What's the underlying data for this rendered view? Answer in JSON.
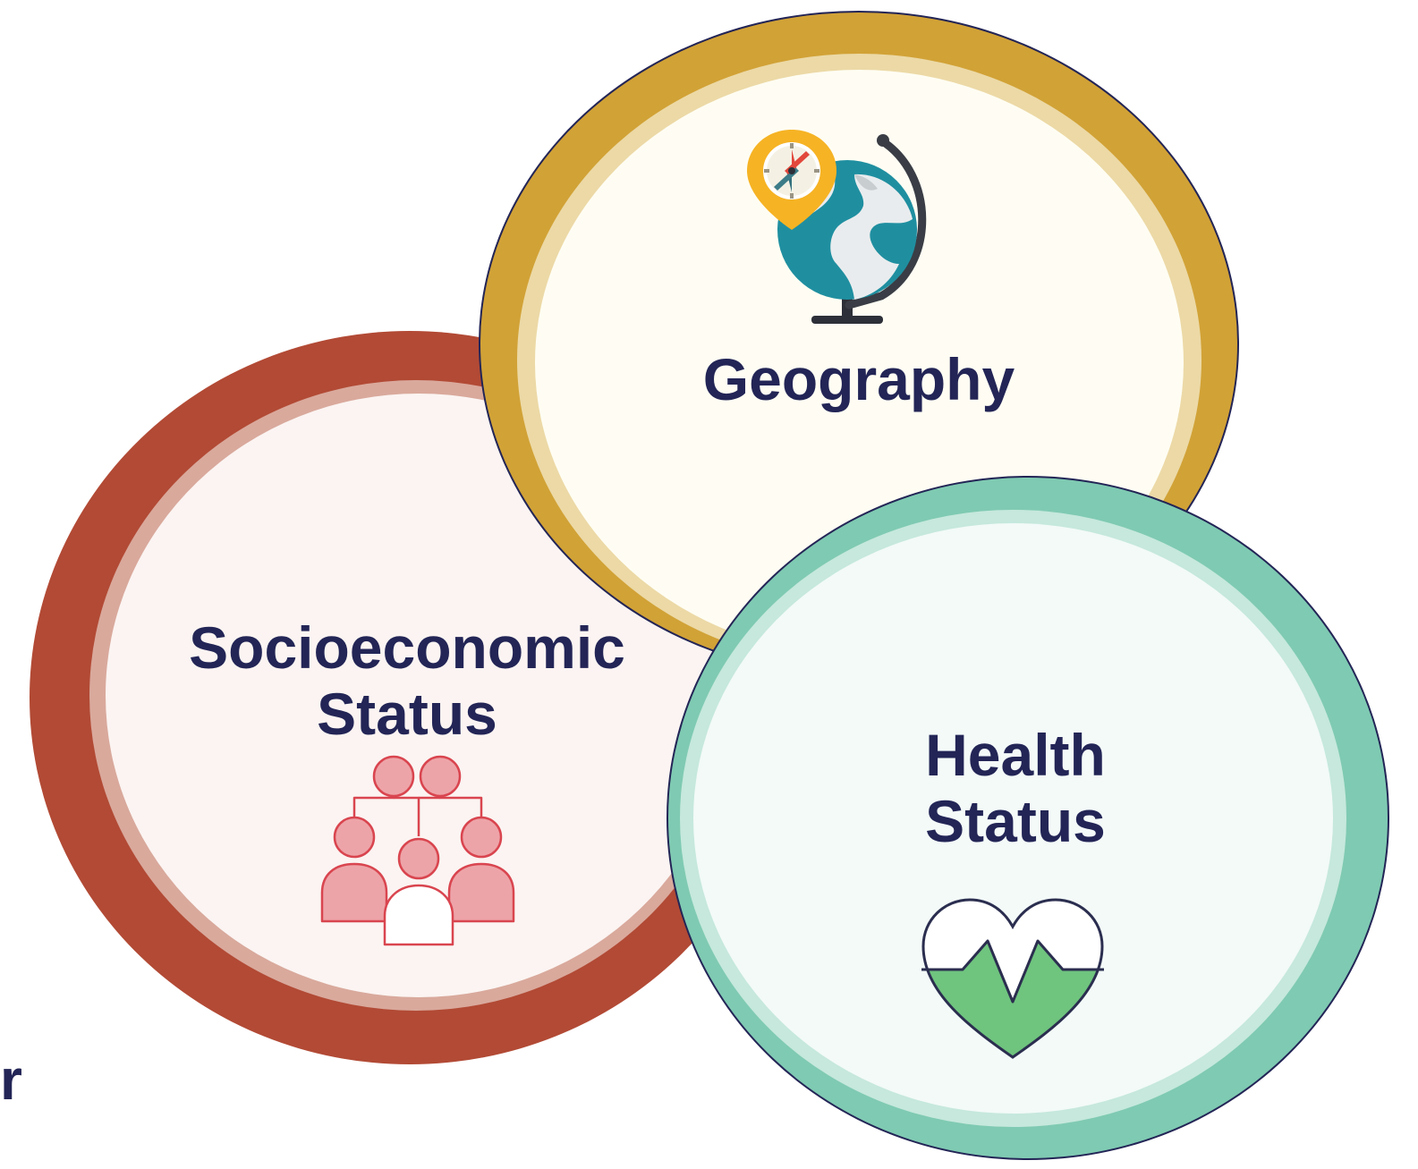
{
  "diagram": {
    "circles": [
      {
        "id": "socioeconomic",
        "line1": "Socioeconomic",
        "line2": "Status",
        "icon": "people-network-icon",
        "ring_color": "#b24a35",
        "fill_color": "#fbf4f2"
      },
      {
        "id": "geography",
        "line1": "Geography",
        "icon": "globe-compass-icon",
        "ring_color": "#d1a236",
        "fill_color": "#fffdf3"
      },
      {
        "id": "health",
        "line1": "Health",
        "line2": "Status",
        "icon": "heart-pulse-icon",
        "ring_color": "#7fcab2",
        "fill_color": "#f3faf8"
      }
    ],
    "edge_fragment": "r",
    "outline_color": "#232556"
  }
}
